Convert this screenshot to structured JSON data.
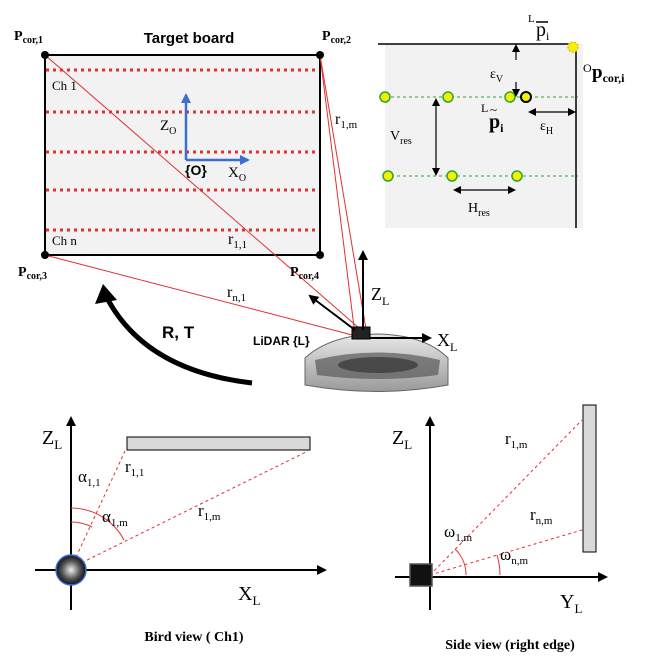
{
  "top": {
    "board_title": "Target board",
    "corner_1": "P",
    "corner_1_sub": "cor,1",
    "corner_2": "P",
    "corner_2_sub": "cor,2",
    "corner_3": "P",
    "corner_3_sub": "cor,3",
    "corner_4": "P",
    "corner_4_sub": "cor,4",
    "ch1": "Ch 1",
    "chn": "Ch n",
    "origin": "{O}",
    "z_o": "Z",
    "z_o_sub": "O",
    "x_o": "X",
    "x_o_sub": "O",
    "r11": "r",
    "r11_sub": "1,1",
    "r1m": "r",
    "r1m_sub": "1,m",
    "rn1": "r",
    "rn1_sub": "n,1",
    "rt": "R, T",
    "lidar": "LiDAR {L}",
    "z_l": "Z",
    "z_l_sub": "L",
    "x_l": "X",
    "x_l_sub": "L"
  },
  "inset": {
    "p_bar_sup": "L",
    "p_bar": "p",
    "p_bar_sub": "i",
    "p_cor_sup": "O",
    "p_cor": "p",
    "p_cor_sub": "cor,i",
    "p_tilde_sup": "L",
    "p_tilde": "p",
    "p_tilde_sub": "i",
    "eps_v": "ε",
    "eps_v_sub": "V",
    "eps_h": "ε",
    "eps_h_sub": "H",
    "v_res": "V",
    "v_res_sub": "res",
    "h_res": "H",
    "h_res_sub": "res"
  },
  "bird": {
    "caption": "Bird view ( Ch1)",
    "z_l": "Z",
    "z_l_sub": "L",
    "x_l": "X",
    "x_l_sub": "L",
    "alpha11": "α",
    "alpha11_sub": "1,1",
    "alpha1m": "α",
    "alpha1m_sub": "1,m",
    "r11": "r",
    "r11_sub": "1,1",
    "r1m": "r",
    "r1m_sub": "1,m"
  },
  "side": {
    "caption": "Side view (right edge)",
    "z_l": "Z",
    "z_l_sub": "L",
    "y_l": "Y",
    "y_l_sub": "L",
    "r1m": "r",
    "r1m_sub": "1,m",
    "rnm": "r",
    "rnm_sub": "n,m",
    "omega1m": "ω",
    "omega1m_sub": "1,m",
    "omeganm": "ω",
    "omeganm_sub": "n,m"
  },
  "colors": {
    "red_line": "#e03030",
    "blue_axis": "#3a6fcf",
    "yellow_point": "#f4f000",
    "green_point": "#2ea52e",
    "panel_bg": "#f2f2f2"
  }
}
